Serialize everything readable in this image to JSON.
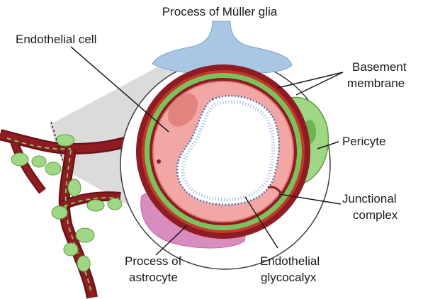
{
  "labels": {
    "muller": "Process of Müller glia",
    "endothelial_cell": "Endothelial cell",
    "basement_line1": "Basement",
    "basement_line2": "membrane",
    "pericyte": "Pericyte",
    "junctional_line1": "Junctional",
    "junctional_line2": "complex",
    "astrocyte_line1": "Process of",
    "astrocyte_line2": "astrocyte",
    "glycocalyx_line1": "Endothelial",
    "glycocalyx_line2": "glycocalyx"
  },
  "colors": {
    "vessel_dark": "#8e1c22",
    "vessel_mid": "#c0392b",
    "endothelium": "#f2a7a4",
    "endothelium_dark": "#e07c7a",
    "basement_green": "#7cc25c",
    "pericyte": "#9fd785",
    "muller": "#a9c7e4",
    "astrocyte": "#d98cc0",
    "lumen_blue": "#4f73b8",
    "cone": "#c9c9c9"
  }
}
